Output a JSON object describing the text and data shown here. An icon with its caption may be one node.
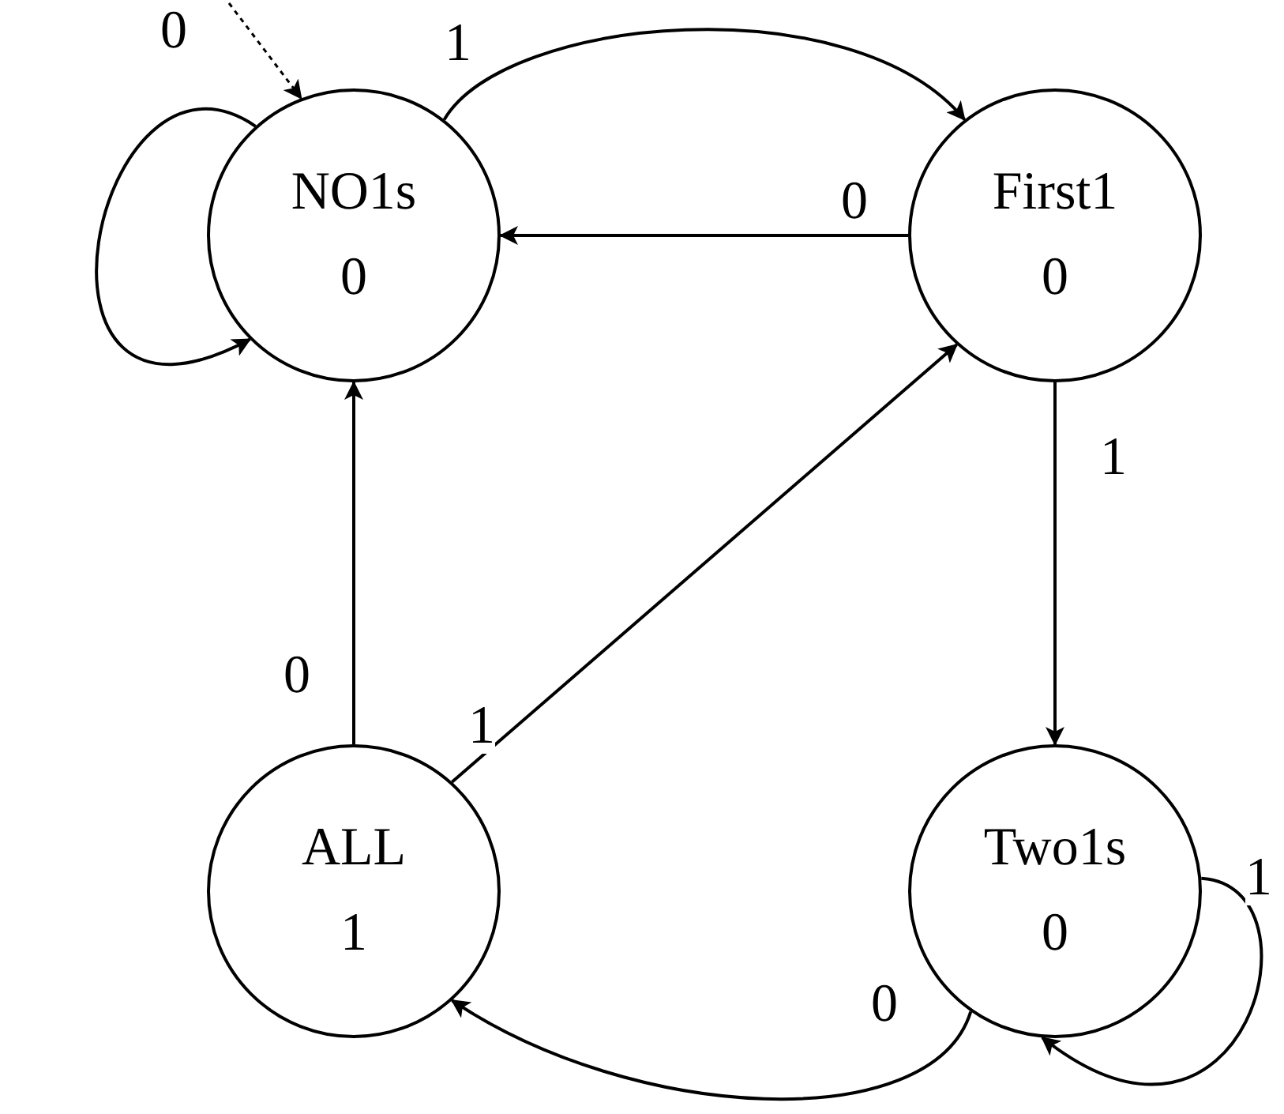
{
  "diagram": {
    "nodes": [
      {
        "text": [
          "NO1s",
          "0"
        ]
      },
      {
        "text": [
          "First1",
          "0"
        ]
      },
      {
        "text": [
          "ALL",
          "1"
        ]
      },
      {
        "text": [
          "Two1s",
          "0"
        ]
      }
    ],
    "edges": [
      {
        "from": null,
        "to": 0,
        "arrow": "to",
        "style": "dashed"
      },
      {
        "from": 0,
        "to": 0,
        "arrow": "to",
        "label": "0"
      },
      {
        "from": 0,
        "to": 1,
        "arrow": "to",
        "label": "1"
      },
      {
        "from": 1,
        "to": 0,
        "arrow": "to",
        "label": "0"
      },
      {
        "from": 1,
        "to": 3,
        "arrow": "to",
        "label": "1"
      },
      {
        "from": 3,
        "to": 3,
        "arrow": "to",
        "label": "1"
      },
      {
        "from": 3,
        "to": 2,
        "arrow": "to",
        "label": "0"
      },
      {
        "from": 2,
        "to": 0,
        "arrow": "to",
        "label": "0"
      },
      {
        "from": 2,
        "to": 1,
        "arrow": "to",
        "label": "1"
      }
    ]
  }
}
